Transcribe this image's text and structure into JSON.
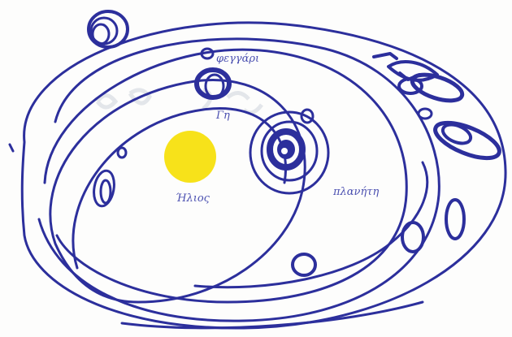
{
  "drawing": {
    "labels": {
      "sun": "Ήλιος",
      "earth": "Γη",
      "moon": "φεγγάρι",
      "planet": "πλανήτη"
    },
    "colors": {
      "ink": "#2c2f9c",
      "sun": "#f7e21a",
      "paper": "#fdfdfc"
    }
  }
}
